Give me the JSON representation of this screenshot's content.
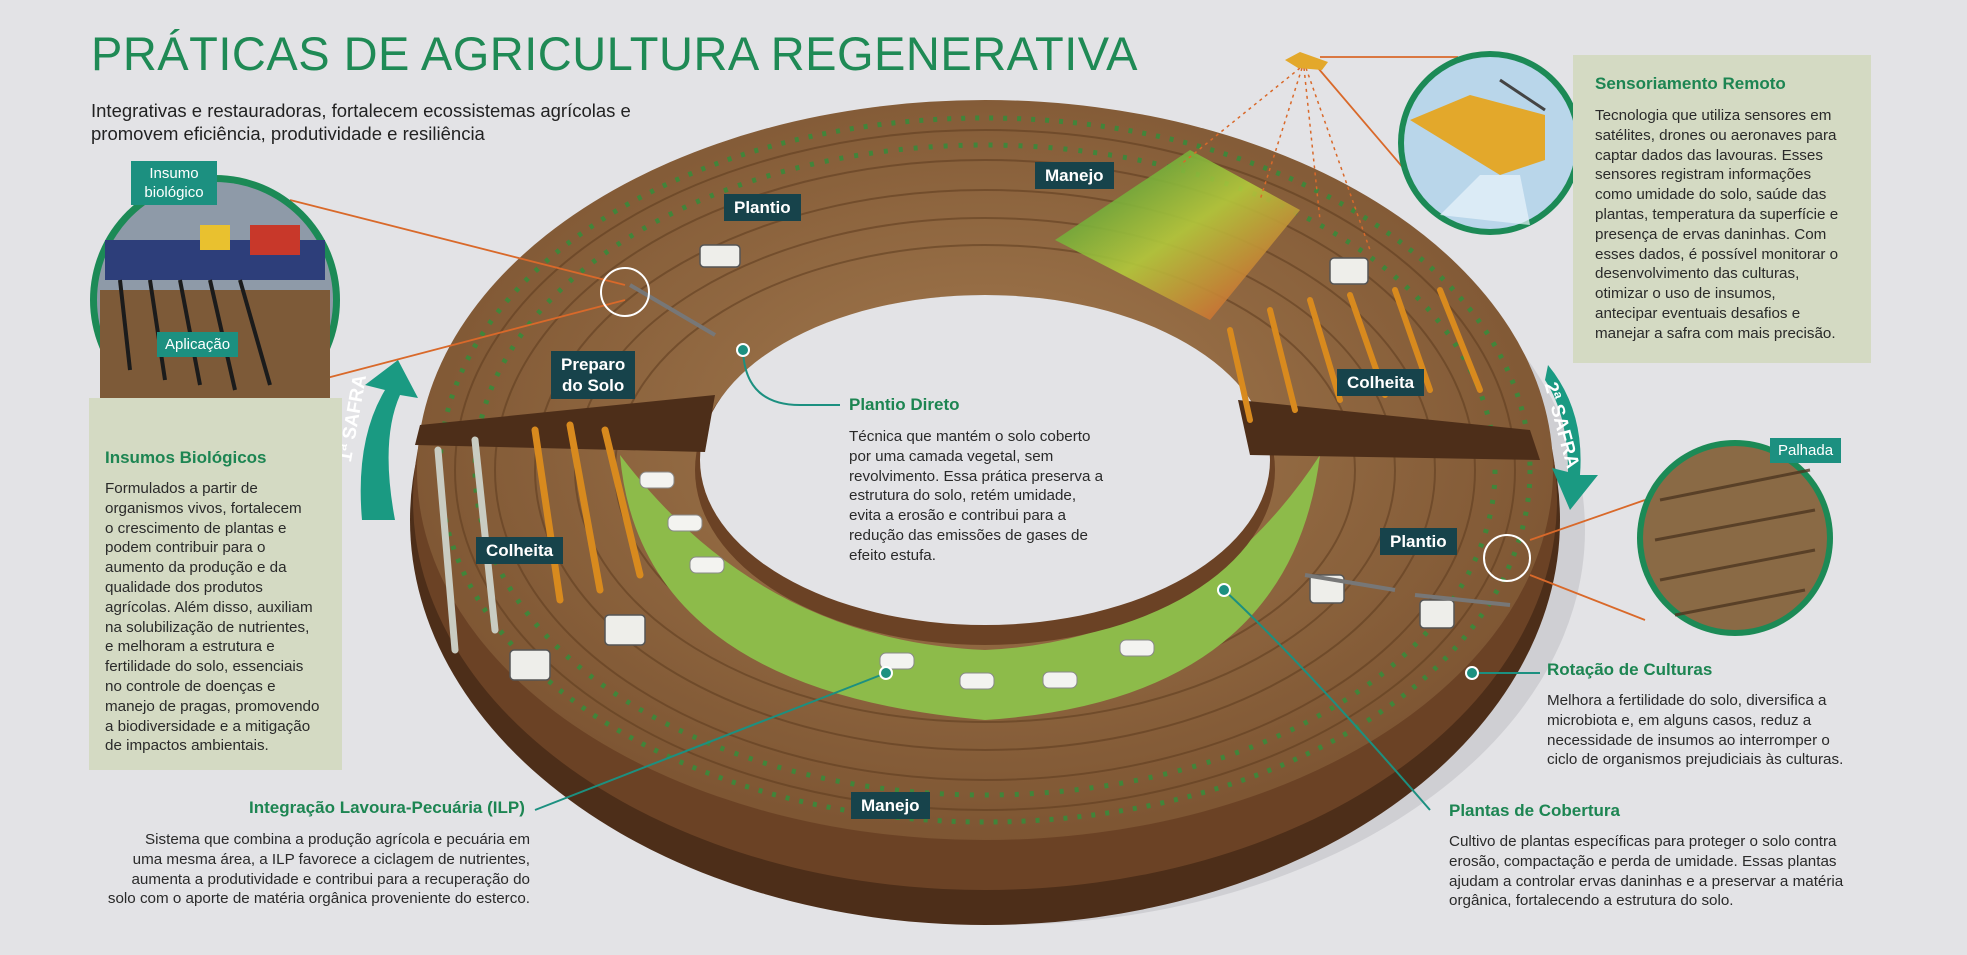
{
  "title": "PRÁTICAS DE AGRICULTURA REGENERATIVA",
  "subtitle": "Integrativas e restauradoras, fortalecem ecossistemas agrícolas e promovem eficiência, produtividade e resiliência",
  "colors": {
    "accent_green": "#1d8552",
    "teal": "#1c9080",
    "dark_tag": "#17434b",
    "soil": "#7a5230",
    "grass": "#8dbb4a",
    "orange_line": "#d9692a",
    "box_bg": "#d4dac3"
  },
  "ring_tags": {
    "plantio_top": "Plantio",
    "manejo_top": "Manejo",
    "preparo_line1": "Preparo",
    "preparo_line2": "do Solo",
    "colheita_right": "Colheita",
    "colheita_left": "Colheita",
    "plantio_right": "Plantio",
    "manejo_bottom": "Manejo"
  },
  "safra": {
    "first": "1ª SAFRA",
    "second": "2ª SAFRA"
  },
  "insumos_callout": {
    "label_top_line1": "Insumo",
    "label_top_line2": "biológico",
    "label_bottom": "Aplicação",
    "icon": "planter-photo-icon"
  },
  "palhada_callout": {
    "label": "Palhada",
    "icon": "straw-photo-icon"
  },
  "drone_callout": {
    "icon": "drone-icon"
  },
  "sections": {
    "sensoriamento": {
      "title": "Sensoriamento Remoto",
      "lines": [
        "Tecnologia que utiliza sensores em",
        "satélites, drones ou aeronaves para",
        "captar dados das lavouras. Esses",
        "sensores registram informações",
        "como umidade do solo, saúde das",
        "plantas, temperatura da superfície e",
        "presença de ervas daninhas. Com",
        "esses dados, é possível monitorar o",
        "desenvolvimento das culturas,",
        "otimizar o uso de insumos,",
        "antecipar eventuais desafios e",
        "manejar a safra com mais precisão."
      ]
    },
    "insumos": {
      "title": "Insumos Biológicos",
      "lines": [
        "Formulados a partir de",
        "organismos vivos, fortalecem",
        "o crescimento de plantas e",
        "podem contribuir para o",
        "aumento da produção e da",
        "qualidade dos produtos",
        "agrícolas. Além disso, auxiliam",
        "na solubilização de nutrientes,",
        "e melhoram a estrutura e",
        "fertilidade do solo, essenciais",
        "no controle de doenças e",
        "manejo de pragas, promovendo",
        "a biodiversidade e a mitigação",
        "de impactos ambientais."
      ]
    },
    "plantio_direto": {
      "title": "Plantio Direto",
      "lines": [
        "Técnica que mantém o solo coberto",
        "por uma camada vegetal, sem",
        "revolvimento. Essa prática preserva a",
        "estrutura do solo, retém umidade,",
        "evita a erosão e contribui para a",
        "redução das emissões de gases de",
        "efeito estufa."
      ]
    },
    "rotacao": {
      "title": "Rotação de Culturas",
      "lines": [
        "Melhora a fertilidade do solo, diversifica a",
        "microbiota e, em alguns casos, reduz a",
        "necessidade de insumos ao interromper o",
        "ciclo de organismos prejudiciais às culturas."
      ]
    },
    "ilp": {
      "title": "Integração Lavoura-Pecuária (ILP)",
      "lines": [
        "Sistema que combina a produção agrícola e pecuária em",
        "uma mesma área, a ILP favorece a ciclagem de nutrientes,",
        "aumenta a produtividade e contribui para a recuperação do",
        "solo com o aporte de matéria orgânica proveniente do esterco."
      ]
    },
    "cobertura": {
      "title": "Plantas de Cobertura",
      "lines": [
        "Cultivo de plantas específicas para proteger o solo contra",
        "erosão, compactação e perda de umidade. Essas plantas",
        "ajudam a controlar ervas daninhas e a preservar a matéria",
        "orgânica, fortalecendo a estrutura do solo."
      ]
    }
  }
}
